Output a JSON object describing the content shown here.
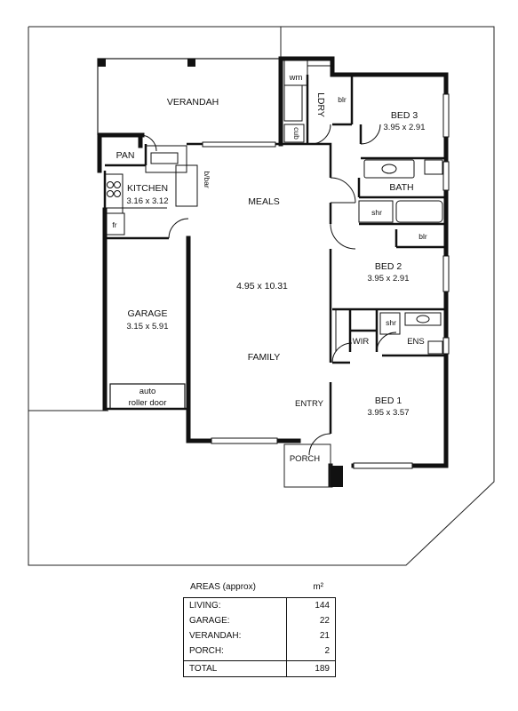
{
  "rooms": {
    "verandah": "VERANDAH",
    "pan": "PAN",
    "kitchen": "KITCHEN",
    "kitchen_size": "3.16 x 3.12",
    "fridge": "fr",
    "brekkie_bar": "b/bar",
    "meals": "MEALS",
    "living_size": "4.95 x 10.31",
    "family": "FAMILY",
    "garage": "GARAGE",
    "garage_size": "3.15 x 5.91",
    "auto_door_line1": "auto",
    "auto_door_line2": "roller door",
    "laundry": "LDRY",
    "washing_machine": "wm",
    "cupboard": "cub",
    "linen_bed3": "blr",
    "bed3": "BED 3",
    "bed3_size": "3.95 x 2.91",
    "bath": "BATH",
    "shower_bath": "shr",
    "linen_bath": "blr",
    "bed2": "BED 2",
    "bed2_size": "3.95 x 2.91",
    "shower_ens": "shr",
    "wir": "WIR",
    "ensuite": "ENS",
    "entry": "ENTRY",
    "bed1": "BED 1",
    "bed1_size": "3.95 x 3.57",
    "porch": "PORCH"
  },
  "areas": {
    "title": "AREAS (approx)",
    "unit": "m²",
    "rows": [
      {
        "label": "LIVING:",
        "value": "144"
      },
      {
        "label": "GARAGE:",
        "value": "22"
      },
      {
        "label": "VERANDAH:",
        "value": "21"
      },
      {
        "label": "PORCH:",
        "value": "2"
      }
    ],
    "total_label": "TOTAL",
    "total_value": "189"
  }
}
